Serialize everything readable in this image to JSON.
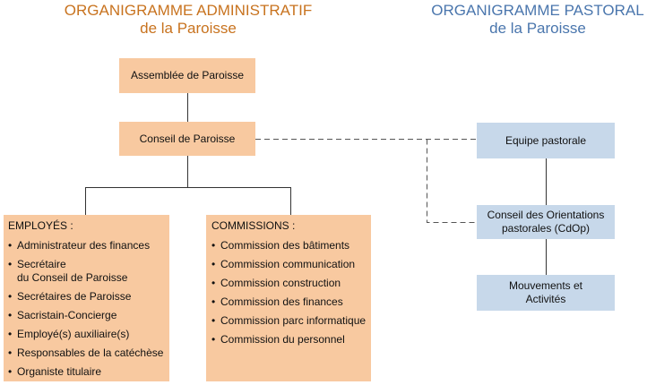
{
  "titles": {
    "administratif": {
      "line1": "ORGANIGRAMME ADMINISTRATIF",
      "line2": "de la Paroisse"
    },
    "pastoral": {
      "line1": "ORGANIGRAMME PASTORAL",
      "line2": "de la Paroisse"
    }
  },
  "admin": {
    "assemblee": "Assemblée de Paroisse",
    "conseil": "Conseil de Paroisse",
    "employes": {
      "title": "EMPLOYÉS :",
      "items": [
        [
          "Administrateur des finances"
        ],
        [
          "Secrétaire",
          "du Conseil de Paroisse"
        ],
        [
          "Secrétaires de Paroisse"
        ],
        [
          "Sacristain-Concierge"
        ],
        [
          "Employé(s) auxiliaire(s)"
        ],
        [
          "Responsables de la catéchèse"
        ],
        [
          "Organiste titulaire"
        ]
      ]
    },
    "commissions": {
      "title": "COMMISSIONS :",
      "items": [
        "Commission des bâtiments",
        "Commission communication",
        "Commission construction",
        "Commission des finances",
        "Commission parc informatique",
        "Commission du personnel"
      ]
    }
  },
  "pastoral": {
    "equipe": "Equipe pastorale",
    "cdop": {
      "line1": "Conseil des Orientations",
      "line2": "pastorales (CdOp)"
    },
    "mouvements": {
      "line1": "Mouvements et",
      "line2": "Activités"
    }
  },
  "colors": {
    "admin_title": "#c8731f",
    "pastoral_title": "#4a76ad",
    "admin_box": "#f8c9a0",
    "pastoral_box": "#c7d8ea",
    "connector": "#333333"
  }
}
